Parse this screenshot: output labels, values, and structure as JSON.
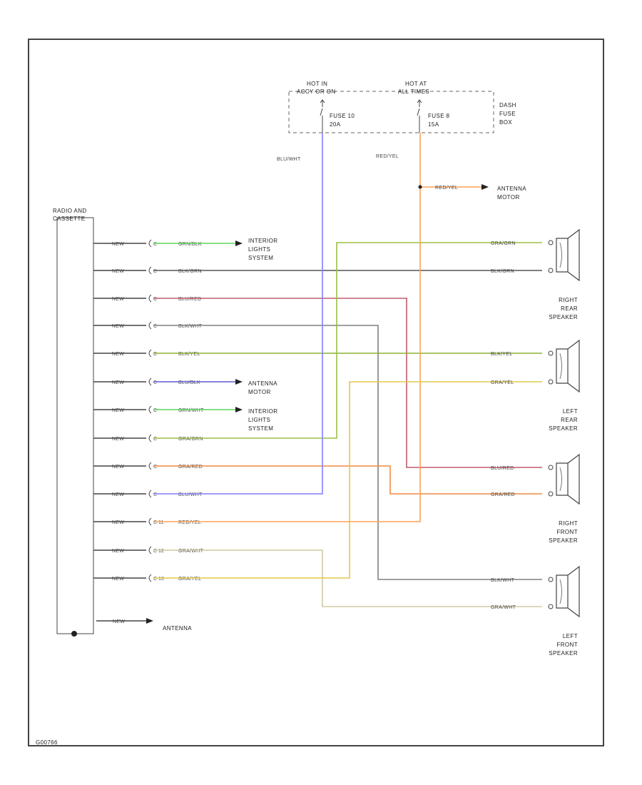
{
  "colors": {
    "blu_wht": "#7f7fff",
    "red_yel": "#ffa155",
    "grn_blk": "#5fd35f",
    "blk_grn": "#555555",
    "blu_red": "#c25c6a",
    "blk_wht": "#808080",
    "blk_yel": "#8cb030",
    "gra_red": "#ee8a40",
    "gra_wht": "#d0c8a4",
    "gra_yel": "#e2c94a",
    "grn_wht": "#5fd35f",
    "gra_grn": "#9cc044",
    "blu_blk": "#5c5cd6"
  },
  "fuse_box": {
    "hot1": [
      "HOT IN",
      "ACCY OR ON"
    ],
    "hot2": [
      "HOT AT",
      "ALL TIMES"
    ],
    "fuse1": [
      "FUSE 10",
      "20A"
    ],
    "fuse2": [
      "FUSE 8",
      "15A"
    ],
    "box_label": [
      "DASH",
      "FUSE",
      "BOX"
    ]
  },
  "radio": {
    "title": [
      "RADIO AND",
      "CASSETTE"
    ],
    "wires": [
      {
        "conn": "NEW",
        "pin": "C",
        "color": "GRN/BLK"
      },
      {
        "conn": "NEW",
        "pin": "C",
        "color": "BLK/GRN"
      },
      {
        "conn": "NEW",
        "pin": "C",
        "color": "BLU/RED"
      },
      {
        "conn": "NEW",
        "pin": "C",
        "color": "BLK/WHT"
      },
      {
        "conn": "NEW",
        "pin": "C",
        "color": "BLK/YEL"
      },
      {
        "conn": "NEW",
        "pin": "C",
        "color": "BLU/BLK"
      },
      {
        "conn": "NEW",
        "pin": "C",
        "color": "GRN/WHT"
      },
      {
        "conn": "NEW",
        "pin": "C",
        "color": "GRA/GRN"
      },
      {
        "conn": "NEW",
        "pin": "C",
        "color": "GRA/RED"
      },
      {
        "conn": "NEW",
        "pin": "C",
        "color": "BLU/WHT"
      },
      {
        "conn": "NEW",
        "pin": "C 11",
        "color": "RED/YEL"
      },
      {
        "conn": "NEW",
        "pin": "C 12",
        "color": "GRA/WHT"
      },
      {
        "conn": "NEW",
        "pin": "C 13",
        "color": "GRA/YEL"
      }
    ],
    "antenna_conn": "NEW",
    "antenna_label": "ANTENNA"
  },
  "feeds": {
    "blu_wht": "BLU/WHT",
    "red_yel": "RED/YEL"
  },
  "targets": {
    "interior_lights_1": [
      "INTERIOR",
      "LIGHTS",
      "SYSTEM"
    ],
    "antenna_motor_1": [
      "ANTENNA",
      "MOTOR"
    ],
    "interior_lights_2": [
      "INTERIOR",
      "LIGHTS",
      "SYSTEM"
    ],
    "antenna_motor_top": [
      "ANTENNA",
      "MOTOR"
    ],
    "antenna_motor_top_wire": "RED/YEL"
  },
  "speakers": [
    {
      "name": [
        "RIGHT",
        "REAR",
        "SPEAKER"
      ],
      "w1": "GRA/GRN",
      "w2": "BLK/GRN"
    },
    {
      "name": [
        "LEFT",
        "REAR",
        "SPEAKER"
      ],
      "w1": "BLK/YEL",
      "w2": "GRA/YEL"
    },
    {
      "name": [
        "RIGHT",
        "FRONT",
        "SPEAKER"
      ],
      "w1": "BLU/RED",
      "w2": "GRA/RED"
    },
    {
      "name": [
        "LEFT",
        "FRONT",
        "SPEAKER"
      ],
      "w1": "BLK/WHT",
      "w2": "GRA/WHT"
    }
  ],
  "footer_code": "G00766"
}
